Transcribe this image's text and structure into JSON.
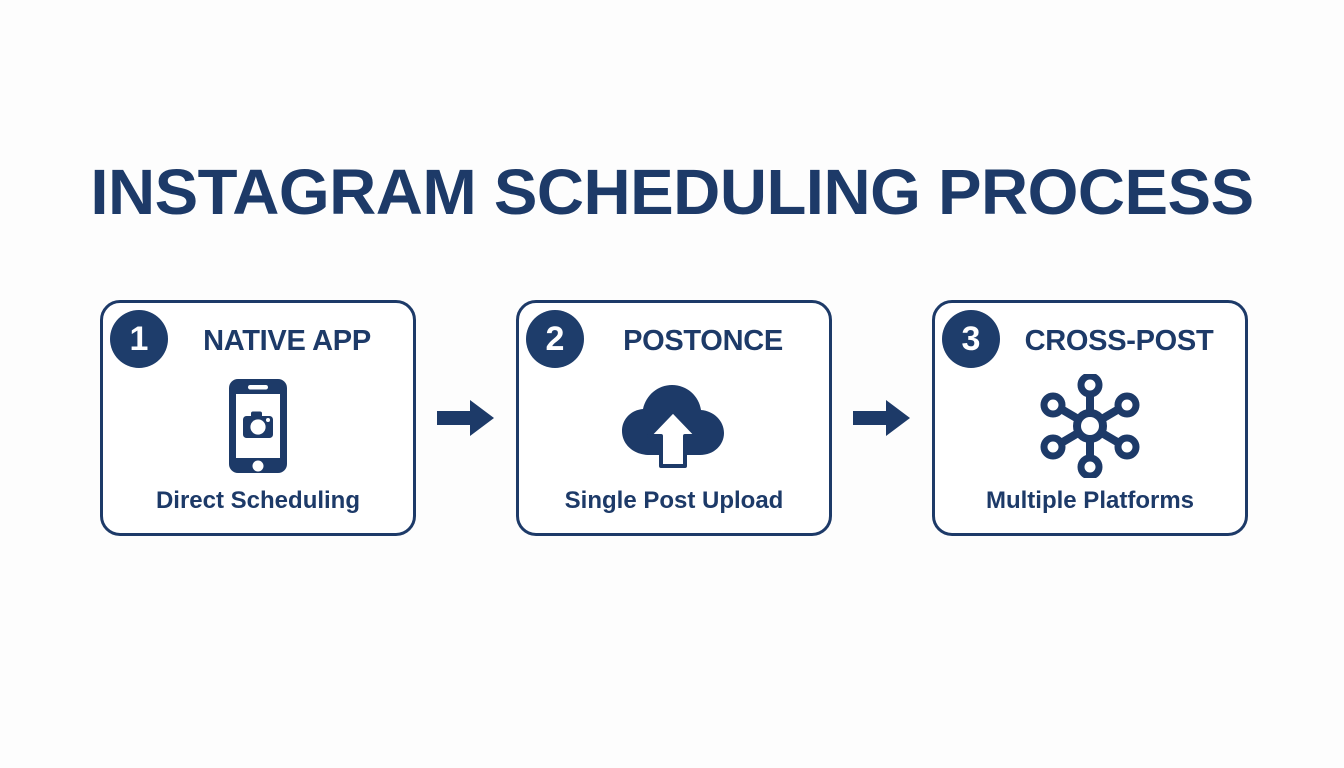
{
  "page": {
    "title": "INSTAGRAM SCHEDULING PROCESS",
    "background_color": "#fdfdfd",
    "accent_color": "#1d3a68",
    "badge_color": "#1e3d6b"
  },
  "steps": [
    {
      "number": "1",
      "title": "NATIVE APP",
      "caption": "Direct Scheduling",
      "icon": "smartphone-camera-icon"
    },
    {
      "number": "2",
      "title": "POSTONCE",
      "caption": "Single Post Upload",
      "icon": "cloud-upload-icon"
    },
    {
      "number": "3",
      "title": "CROSS-POST",
      "caption": "Multiple Platforms",
      "icon": "network-hub-icon"
    }
  ],
  "connectors": [
    {
      "label": "arrow-right"
    },
    {
      "label": "arrow-right"
    }
  ]
}
